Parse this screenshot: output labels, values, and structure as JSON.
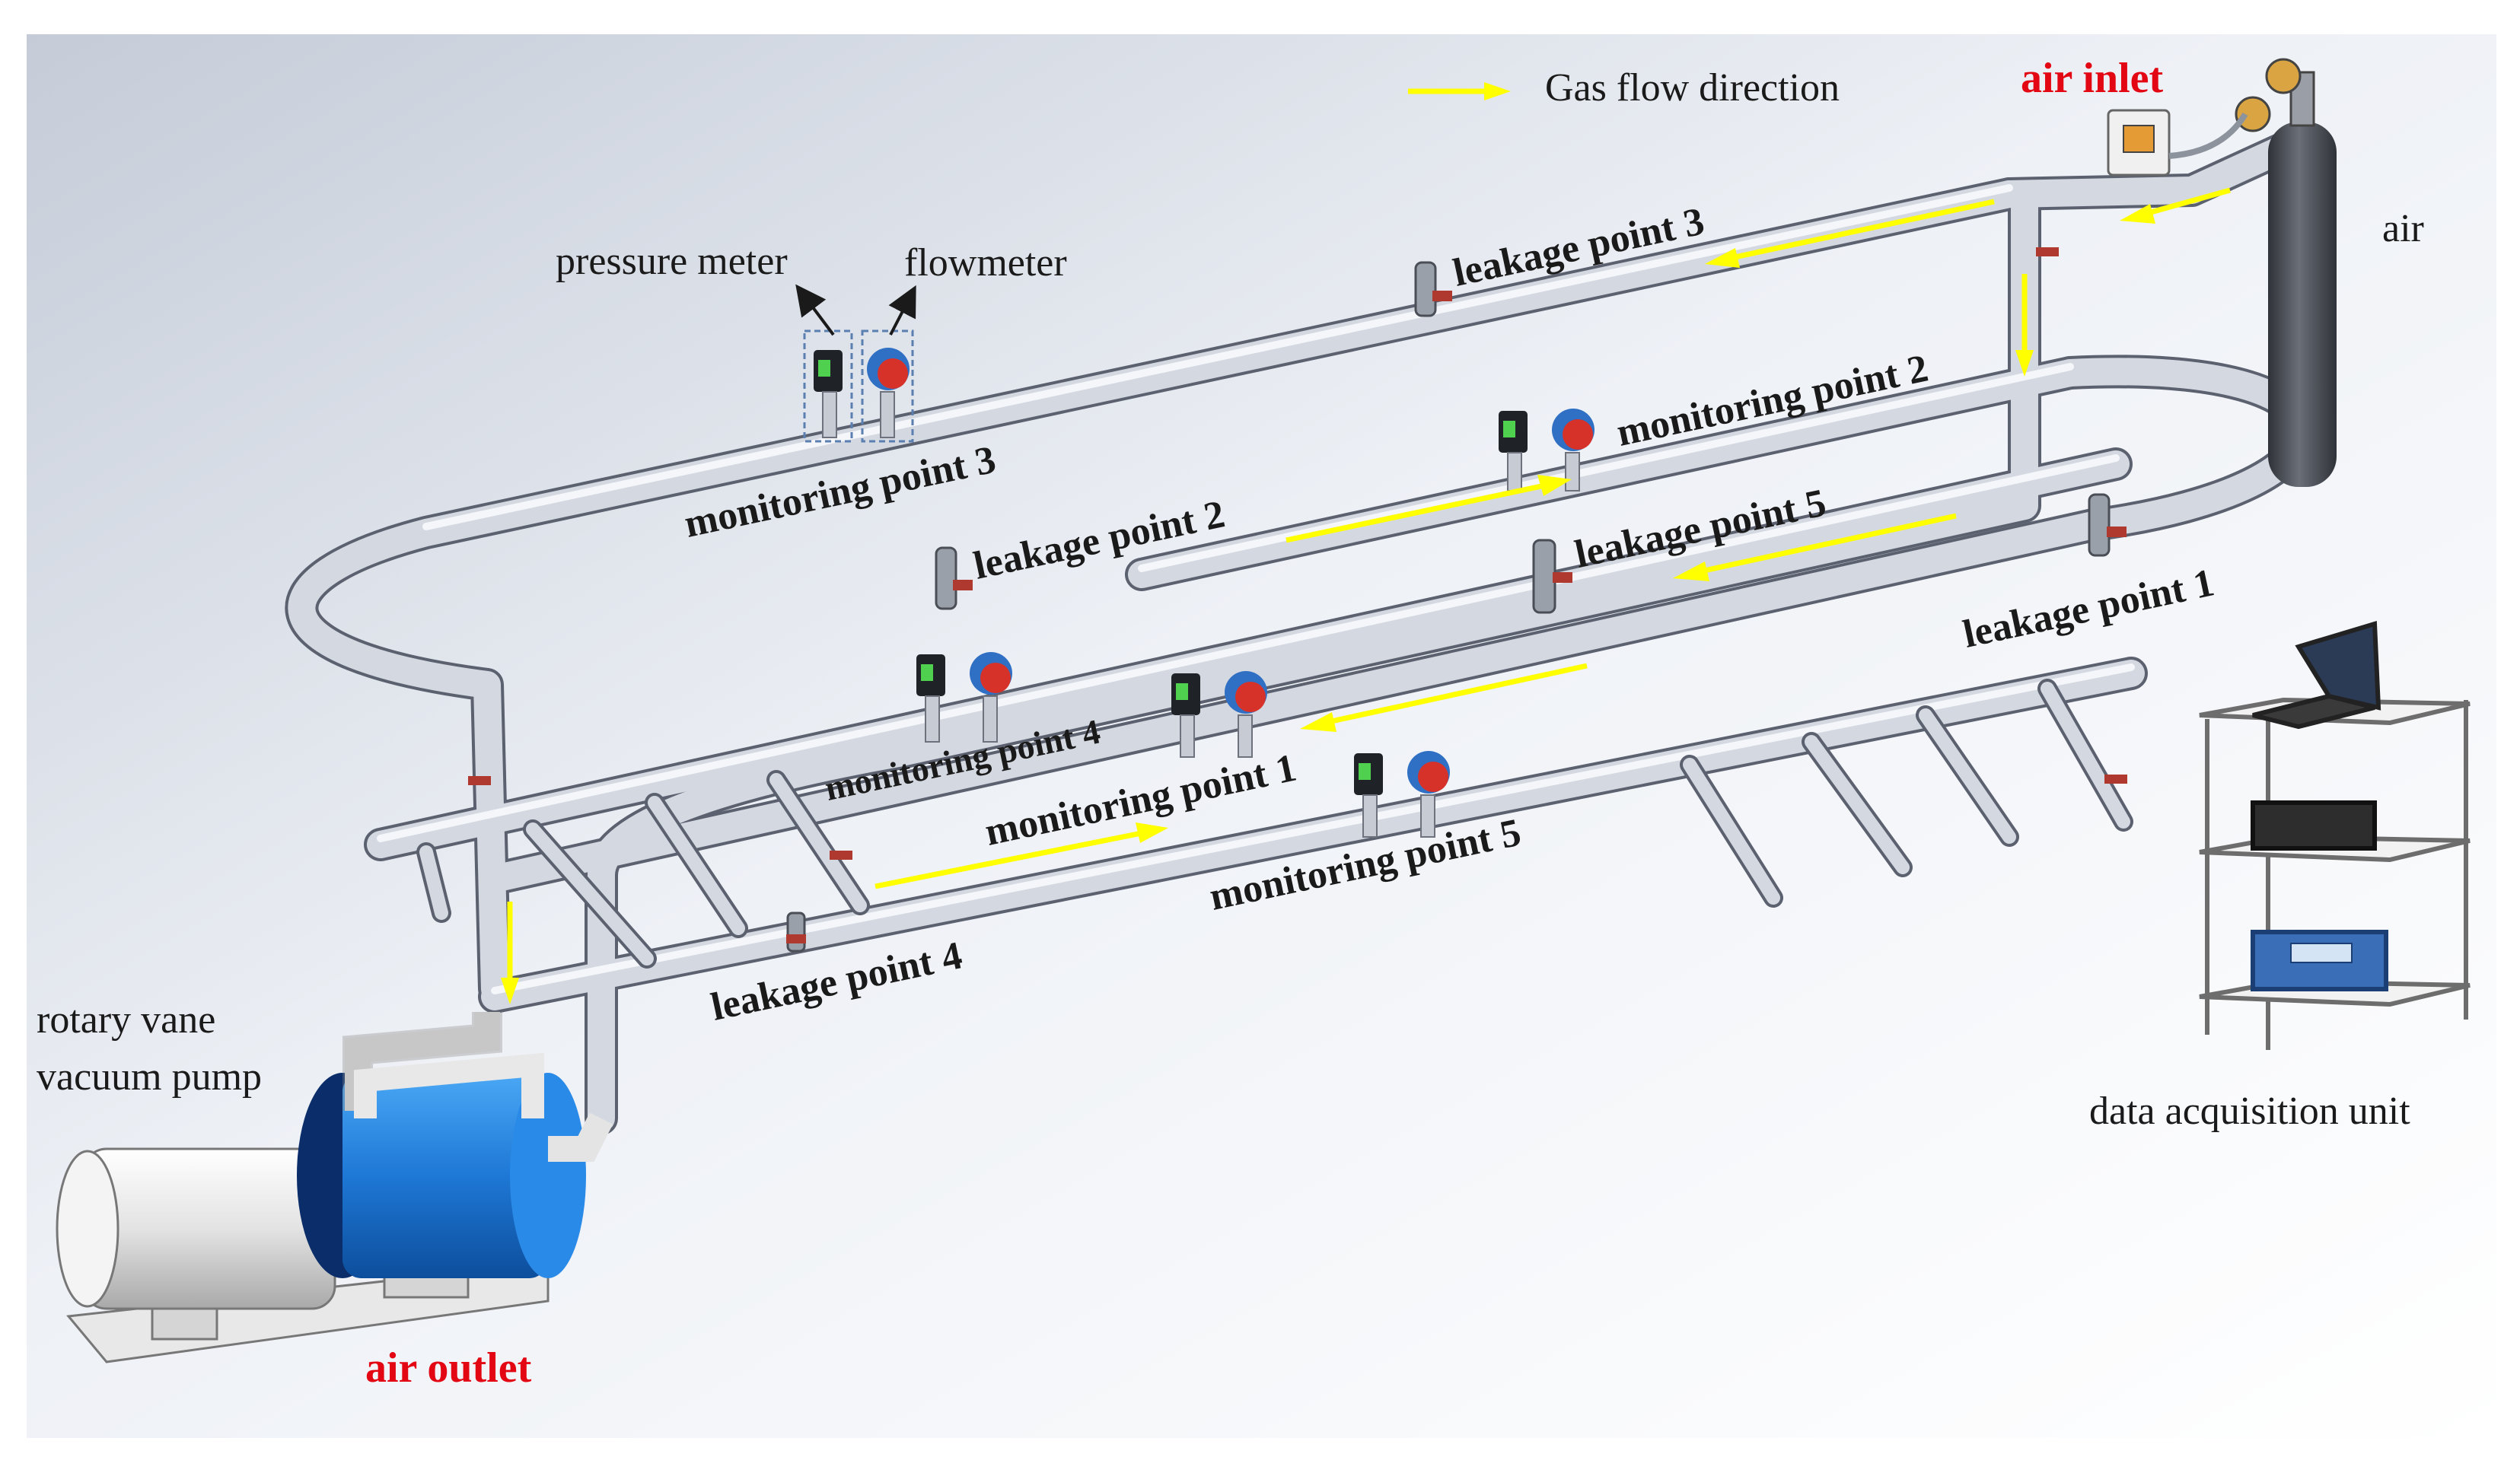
{
  "legend": {
    "text": "Gas flow direction",
    "arrow_color": "#ffff00"
  },
  "labels": {
    "air_inlet": "air inlet",
    "air_outlet": "air outlet",
    "air": "air",
    "pressure_meter": "pressure meter",
    "flowmeter": "flowmeter",
    "pump_line1": "rotary vane",
    "pump_line2": "vacuum pump",
    "data_unit": "data acquisition unit",
    "leakage_point_1": "leakage point 1",
    "leakage_point_2": "leakage point 2",
    "leakage_point_3": "leakage point 3",
    "leakage_point_4": "leakage point 4",
    "leakage_point_5": "leakage point 5",
    "monitoring_point_1": "monitoring point 1",
    "monitoring_point_2": "monitoring point 2",
    "monitoring_point_3": "monitoring point 3",
    "monitoring_point_4": "monitoring point 4",
    "monitoring_point_5": "monitoring point 5"
  },
  "colors": {
    "pipe": "#c9cdd6",
    "pipe_edge": "#5c6170",
    "pump_body": "#1e78d6",
    "motor": "#e6e6e6",
    "cylinder": "#4b4f57",
    "flow_arrow": "#ffff00",
    "valve": "#b0392f",
    "label_red": "#e30613"
  }
}
